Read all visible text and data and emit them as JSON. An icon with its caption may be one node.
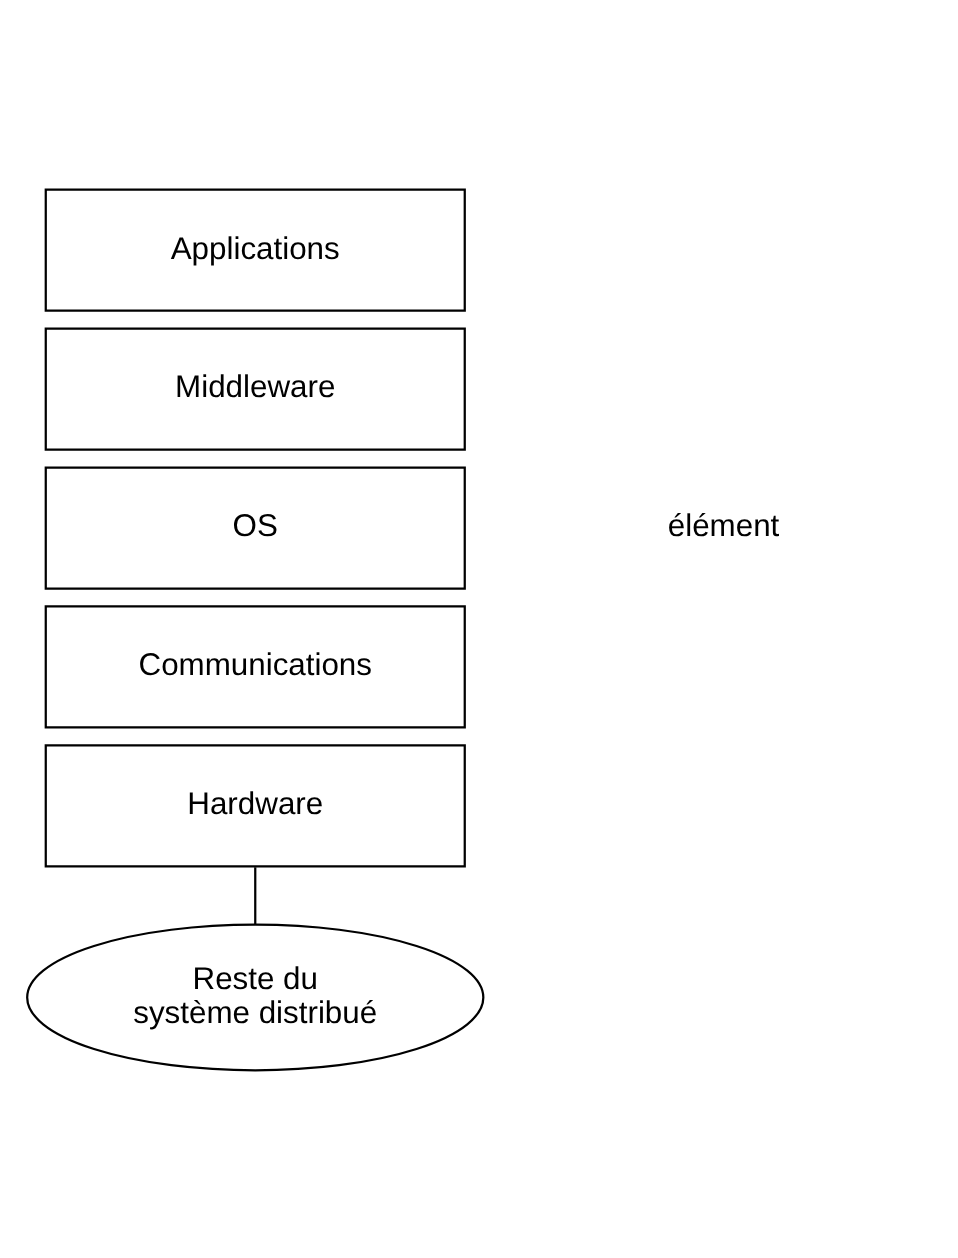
{
  "diagram": {
    "nodes": [
      {
        "text": [
          "Applications"
        ]
      },
      {
        "text": [
          "Middleware"
        ]
      },
      {
        "text": [
          "OS"
        ]
      },
      {
        "text": [
          "Communications"
        ]
      },
      {
        "text": [
          "Hardware"
        ]
      },
      {
        "text": [
          "Reste du système distribué"
        ]
      }
    ],
    "edges": [
      {
        "from": 4,
        "to": 5,
        "arrow": "none"
      }
    ],
    "labels": [
      "élément"
    ]
  }
}
